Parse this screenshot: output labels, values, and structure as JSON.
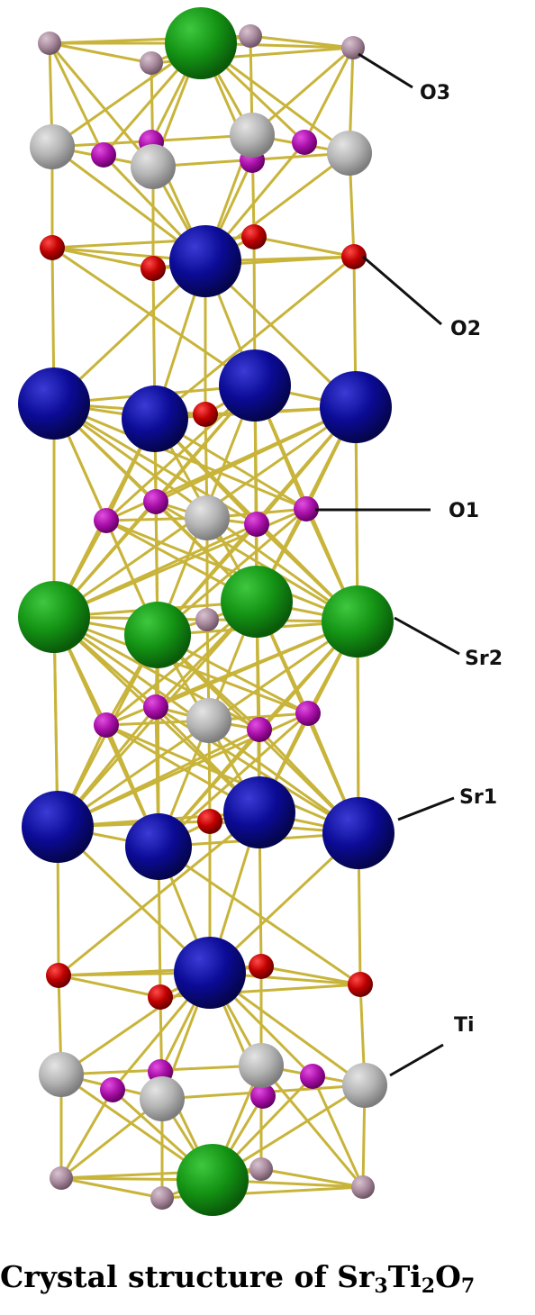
{
  "labels": {
    "o3": "O3",
    "o2": "O2",
    "o1": "O1",
    "sr2": "Sr2",
    "sr1": "Sr1",
    "ti": "Ti"
  },
  "caption": {
    "prefix": "Crystal structure of ",
    "el1": "Sr",
    "n1": "3",
    "el2": "Ti",
    "n2": "2",
    "el3": "O",
    "n3": "7"
  },
  "colors": {
    "sr1_blue": "#0a0a8c",
    "sr2_green": "#149414",
    "ti_gray": "#b4b4b4",
    "o1_magenta": "#aa10aa",
    "o2_red": "#c00000",
    "o3_mauve": "#a98a9e",
    "bond": "#c8b43a"
  }
}
